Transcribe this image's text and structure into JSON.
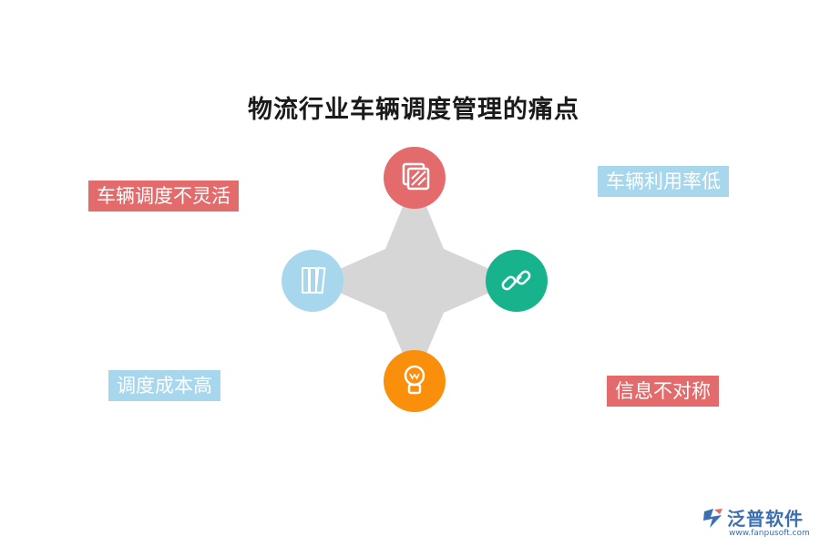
{
  "title": "物流行业车辆调度管理的痛点",
  "labels": {
    "top_left": "车辆调度不灵活",
    "top_right": "车辆利用率低",
    "bottom_left": "调度成本高",
    "bottom_right": "信息不对称"
  },
  "icons": {
    "top": "layers-icon",
    "right": "link-icon",
    "bottom": "lightbulb-icon",
    "left": "books-icon"
  },
  "colors": {
    "red": "#e46b6c",
    "blue": "#a7d7ec",
    "green": "#16b38c",
    "orange": "#f98f0a",
    "star": "#d6d6d6"
  },
  "logo": {
    "name": "泛普软件",
    "url": "www.fanpusoft.com"
  }
}
